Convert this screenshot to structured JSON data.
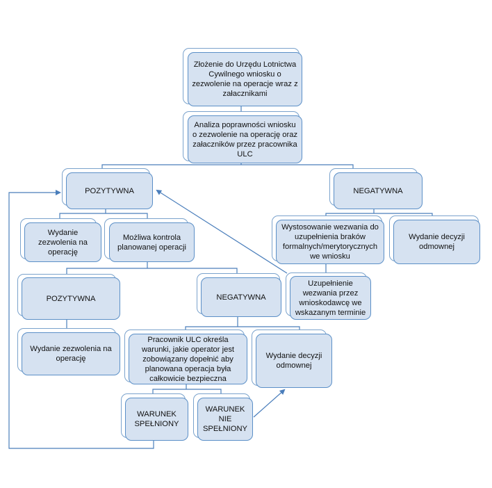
{
  "diagram": {
    "colors": {
      "line": "#4a7ebb",
      "box_fill": "#d6e2f1",
      "box_border": "#5b8fc7",
      "back_border": "#7aa2cc"
    },
    "nodes": {
      "submission": {
        "label": "Złożenie do Urzędu Lotnictwa Cywilnego wniosku o zezwolenie na operacje wraz z załacznikami"
      },
      "analysis": {
        "label": "Analiza poprawności wniosku o zezwolenie na operację oraz załaczników przez pracownika ULC"
      },
      "positive_1": {
        "label": "POZYTYWNA"
      },
      "negative_1": {
        "label": "NEGATYWNA"
      },
      "permit_1": {
        "label": "Wydanie zezwolenia na operację"
      },
      "possible_control": {
        "label": "Możliwa kontrola planowanej operacji"
      },
      "request_supplement": {
        "label": "Wystosowanie wezwania do uzupełnienia braków formalnych/merytorycznych we wniosku"
      },
      "refusal_1": {
        "label": "Wydanie decyzji odmownej"
      },
      "positive_2": {
        "label": "POZYTYWNA"
      },
      "negative_2": {
        "label": "NEGATYWNA"
      },
      "supplement_done": {
        "label": "Uzupełnienie wezwania przez wnioskodawcę we wskazanym terminie"
      },
      "permit_2": {
        "label": "Wydanie zezwolenia na operację"
      },
      "conditions": {
        "label": "Pracownik ULC określa warunki, jakie operator jest zobowiązany dopełnić aby planowana operacja była całkowicie bezpieczna"
      },
      "refusal_2": {
        "label": "Wydanie decyzji odmownej"
      },
      "condition_met": {
        "label": "WARUNEK SPEŁNIONY"
      },
      "condition_not_met": {
        "label": "WARUNEK NIE SPEŁNIONY"
      }
    },
    "edges": [
      {
        "from": "submission",
        "to": "analysis"
      },
      {
        "from": "analysis",
        "to": "positive_1"
      },
      {
        "from": "analysis",
        "to": "negative_1"
      },
      {
        "from": "positive_1",
        "to": "permit_1"
      },
      {
        "from": "positive_1",
        "to": "possible_control"
      },
      {
        "from": "negative_1",
        "to": "request_supplement"
      },
      {
        "from": "negative_1",
        "to": "refusal_1"
      },
      {
        "from": "possible_control",
        "to": "positive_2"
      },
      {
        "from": "possible_control",
        "to": "negative_2"
      },
      {
        "from": "request_supplement",
        "to": "supplement_done"
      },
      {
        "from": "supplement_done",
        "to": "positive_1",
        "arrow": true
      },
      {
        "from": "positive_2",
        "to": "permit_2"
      },
      {
        "from": "negative_2",
        "to": "conditions"
      },
      {
        "from": "negative_2",
        "to": "refusal_2"
      },
      {
        "from": "conditions",
        "to": "condition_met"
      },
      {
        "from": "conditions",
        "to": "condition_not_met"
      },
      {
        "from": "condition_met",
        "to": "positive_1",
        "arrow": true
      },
      {
        "from": "condition_not_met",
        "to": "refusal_2",
        "arrow": true
      }
    ]
  }
}
